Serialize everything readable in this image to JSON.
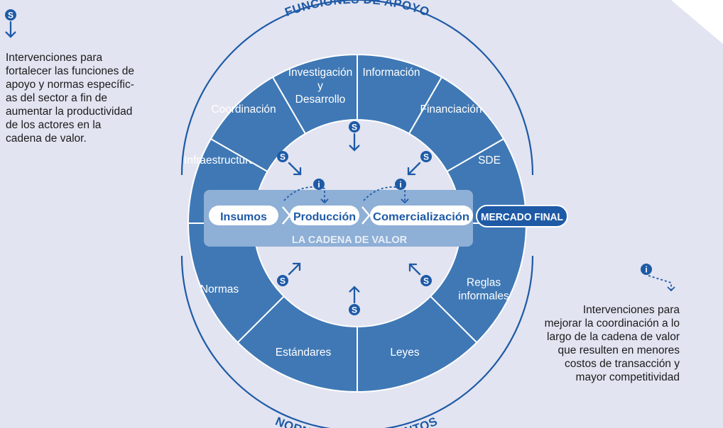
{
  "support": {
    "title": "FUNCIONES DE APOYO",
    "segments": [
      {
        "label_lines": [
          "Infraestructura"
        ]
      },
      {
        "label_lines": [
          "Coordinación"
        ]
      },
      {
        "label_lines": [
          "Investigación",
          "y",
          "Desarrollo"
        ]
      },
      {
        "label_lines": [
          "Información"
        ]
      },
      {
        "label_lines": [
          "Financiación"
        ]
      },
      {
        "label_lines": [
          "SDE"
        ]
      }
    ]
  },
  "rules": {
    "title": "NORMAS Y REGLAMENTOS",
    "segments": [
      {
        "label_lines": [
          "Normas"
        ]
      },
      {
        "label_lines": [
          "Estándares"
        ]
      },
      {
        "label_lines": [
          "Leyes"
        ]
      },
      {
        "label_lines": [
          "Reglas",
          "informales"
        ]
      }
    ]
  },
  "value_chain": {
    "title": "LA CADENA DE VALOR",
    "steps": [
      "Insumos",
      "Producción",
      "Comercialización"
    ],
    "final_market": "MERCADO FINAL"
  },
  "icons": {
    "support_symbol": "S",
    "info_symbol": "i"
  },
  "legend": {
    "support_note_lines": [
      "Intervenciones para",
      "fortalecer las funciones de",
      "apoyo y normas específic-",
      "as del sector a fin de",
      "aumentar la productividad",
      "de los actores en la",
      "cadena de valor."
    ],
    "info_note_lines": [
      "Intervenciones para",
      "mejorar la coordinación a lo",
      "largo de la cadena de valor",
      "que resulten en menores",
      "costos de transacción y",
      "mayor competitividad"
    ]
  },
  "colors": {
    "background": "#e2e4f1",
    "segment": "#3f78b5",
    "dark_blue": "#1e5aa6",
    "chain_band": "#8eafd6",
    "chain_title": "#e7eef7",
    "white": "#ffffff"
  }
}
